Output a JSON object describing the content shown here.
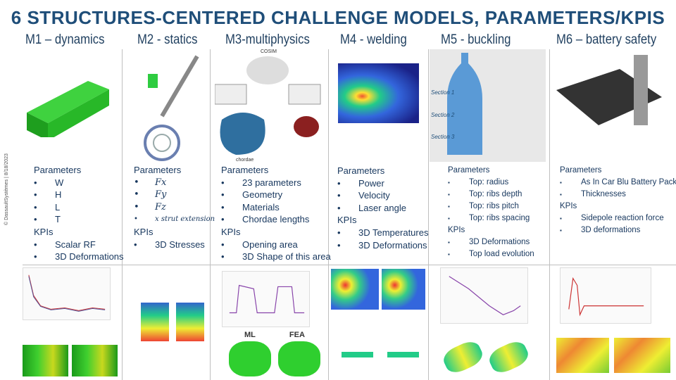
{
  "title": "6 STRUCTURES-CENTERED CHALLENGE MODELS, PARAMETERS/KPIS",
  "side_note": "© DassaultSystèmes | 8/18/2023",
  "models": [
    {
      "name": "M1 – dynamics",
      "params_label": "Parameters",
      "params": [
        "W",
        "H",
        "L",
        "T"
      ],
      "kpis_label": "KPIs",
      "kpis": [
        "Scalar RF",
        "3D Deformations"
      ]
    },
    {
      "name": "M2 - statics",
      "params_label": "Parameters",
      "params": [
        "Fx",
        "Fy",
        "Fz",
        "x strut extension"
      ],
      "kpis_label": "KPIs",
      "kpis": [
        "3D Stresses"
      ]
    },
    {
      "name": "M3-multiphysics",
      "params_label": "Parameters",
      "params": [
        "23 parameters",
        "Geometry",
        "Materials",
        "Chordae lengths"
      ],
      "kpis_label": "KPIs",
      "kpis": [
        "Opening area",
        "3D Shape of this area"
      ],
      "img_labels": {
        "cosim": "COSIM",
        "chordae": "chordae",
        "ml": "ML",
        "fea": "FEA"
      }
    },
    {
      "name": "M4 - welding",
      "params_label": "Parameters",
      "params": [
        "Power",
        "Velocity",
        "Laser angle"
      ],
      "kpis_label": "KPIs",
      "kpis": [
        "3D Temperatures",
        "3D Deformations"
      ]
    },
    {
      "name": "M5 - buckling",
      "params_label": "Parameters",
      "params": [
        "Top: radius",
        "Top: ribs depth",
        "Top: ribs pitch",
        "Top: ribs spacing"
      ],
      "kpis_label": "KPIs",
      "kpis": [
        "3D Deformations",
        "Top load evolution"
      ],
      "img_labels": {
        "s1": "Section 1",
        "s2": "Section 2",
        "s3": "Section 3"
      }
    },
    {
      "name": "M6 – battery safety",
      "params_label": "Parameters",
      "params": [
        "As In Car Blu Battery  Pack",
        "Thicknesses"
      ],
      "kpis_label": "KPIs",
      "kpis": [
        "Sidepole reaction force",
        "3D deformations"
      ]
    }
  ],
  "colors": {
    "title": "#1f4e79",
    "text": "#17375e",
    "fem_green": "#2fbf2f"
  }
}
